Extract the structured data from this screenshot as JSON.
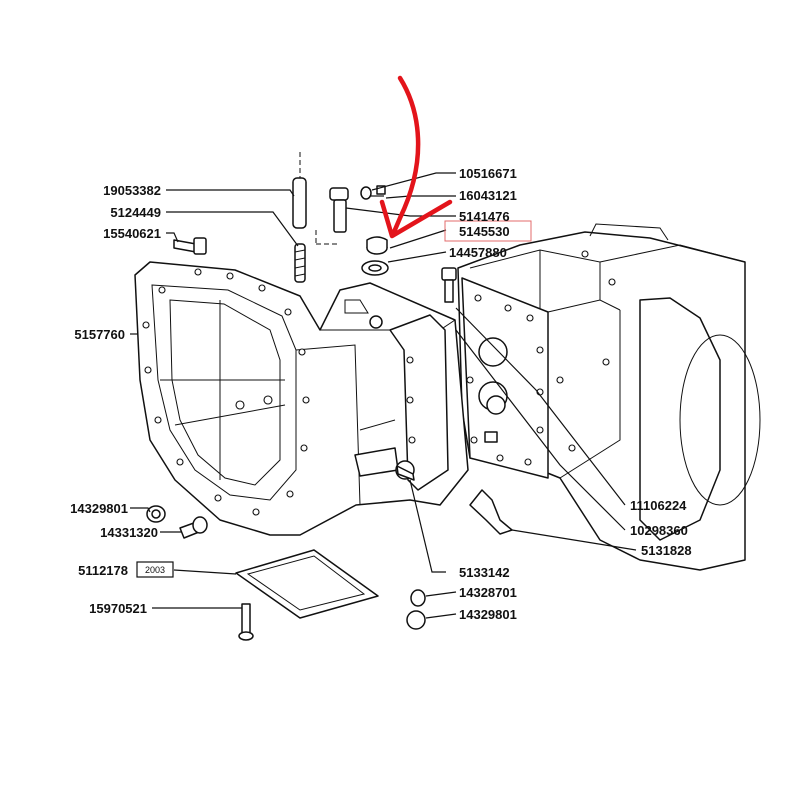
{
  "labels": {
    "p19053382": "19053382",
    "p5124449": "5124449",
    "p15540621": "15540621",
    "p5157760": "5157760",
    "p14329801_left": "14329801",
    "p14331320": "14331320",
    "p5112178": "5112178",
    "p15970521": "15970521",
    "p10516671": "10516671",
    "p16043121": "16043121",
    "p5141476": "5141476",
    "p5145530": "5145530",
    "p14457880": "14457880",
    "p11106224": "11106224",
    "p10298360": "10298360",
    "p5131828": "5131828",
    "p5133142": "5133142",
    "p14328701": "14328701",
    "p14329801_right": "14329801"
  },
  "badge": {
    "text": "2003"
  },
  "highlighted_part": "5145530",
  "colors": {
    "line": "#111111",
    "highlight_box": "#e36b6b",
    "arrow": "#e3141b",
    "background": "#ffffff"
  }
}
